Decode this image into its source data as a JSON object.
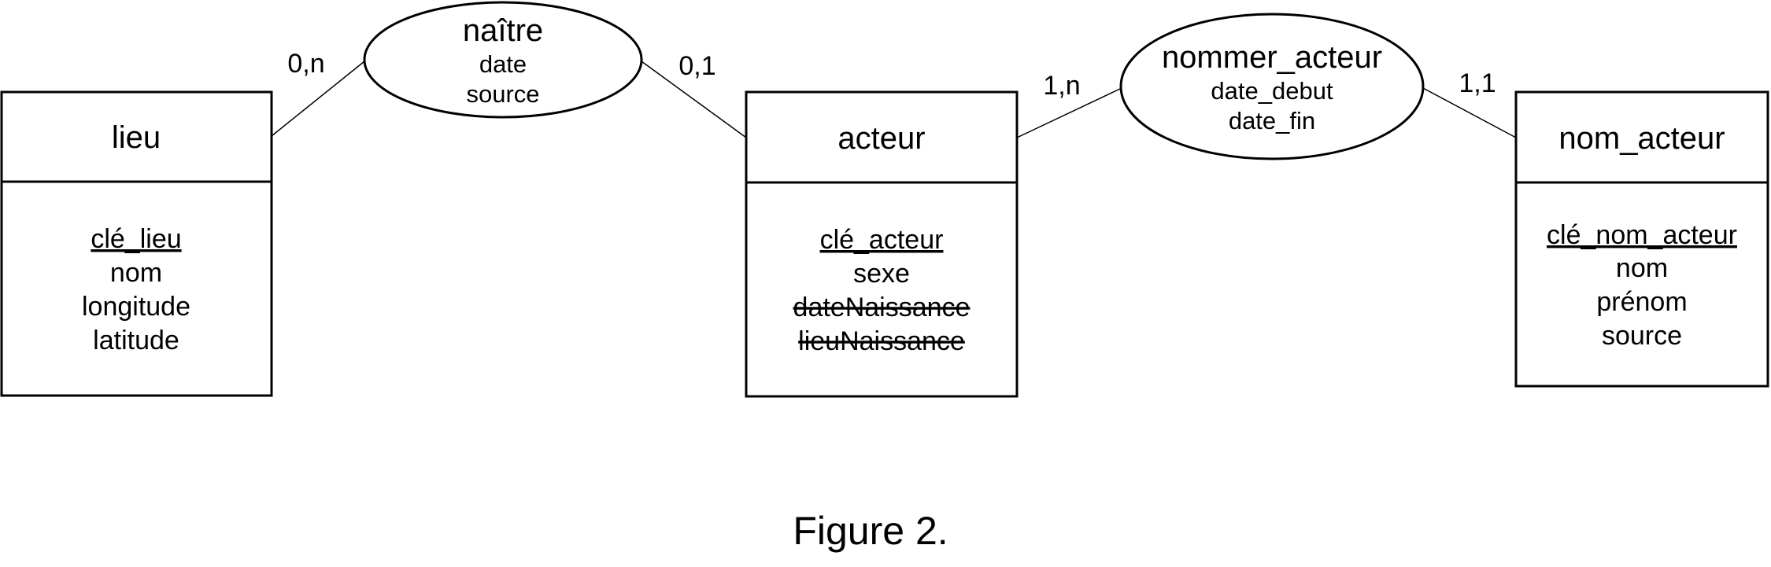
{
  "entities": {
    "lieu": {
      "name": "lieu",
      "attributes": [
        {
          "text": "clé_lieu",
          "key": true
        },
        {
          "text": "nom"
        },
        {
          "text": "longitude"
        },
        {
          "text": "latitude"
        }
      ]
    },
    "acteur": {
      "name": "acteur",
      "attributes": [
        {
          "text": "clé_acteur",
          "key": true
        },
        {
          "text": "sexe"
        },
        {
          "text": "dateNaissance",
          "struck": true
        },
        {
          "text": "lieuNaissance",
          "struck": true
        }
      ]
    },
    "nom_acteur": {
      "name": "nom_acteur",
      "attributes": [
        {
          "text": "clé_nom_acteur",
          "key": true
        },
        {
          "text": "nom"
        },
        {
          "text": "prénom"
        },
        {
          "text": "source"
        }
      ]
    }
  },
  "relations": {
    "naitre": {
      "name": "naître",
      "attributes": [
        "date",
        "source"
      ],
      "card_left": "0,n",
      "card_right": "0,1"
    },
    "nommer_acteur": {
      "name": "nommer_acteur",
      "attributes": [
        "date_debut",
        "date_fin"
      ],
      "card_left": "1,n",
      "card_right": "1,1"
    }
  },
  "caption": "Figure 2."
}
